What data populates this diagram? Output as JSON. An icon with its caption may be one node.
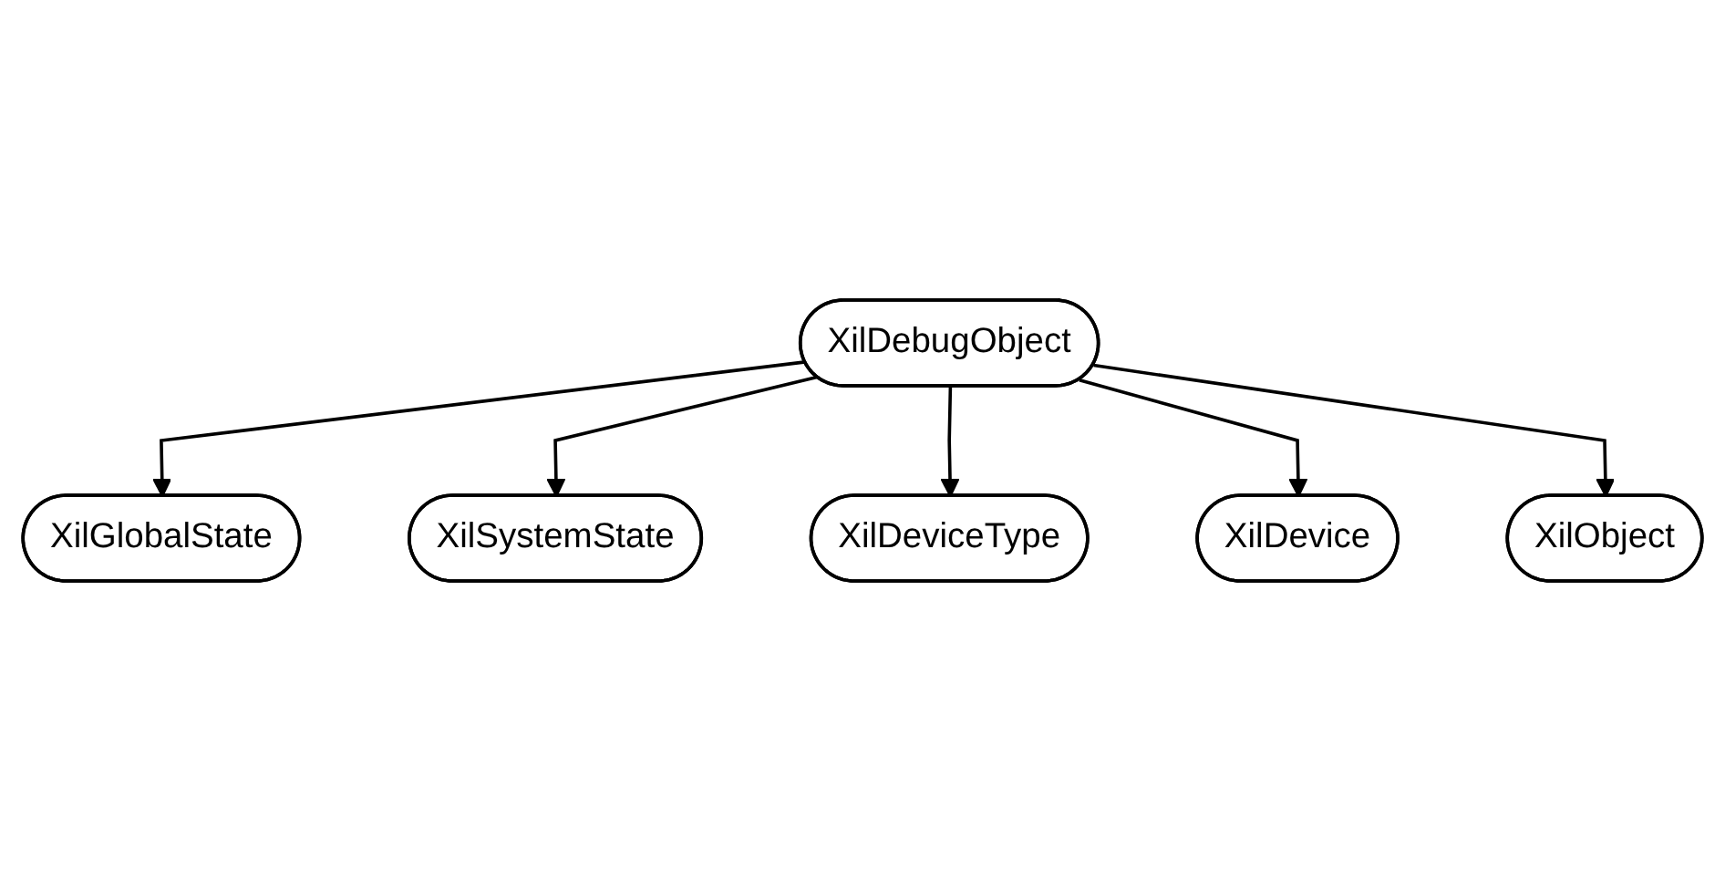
{
  "diagram": {
    "nodes": [
      {
        "text": [
          "XilDebugObject"
        ]
      },
      {
        "text": [
          "XilGlobalState"
        ]
      },
      {
        "text": [
          "XilSystemState"
        ]
      },
      {
        "text": [
          "XilDeviceType"
        ]
      },
      {
        "text": [
          "XilDevice"
        ]
      },
      {
        "text": [
          "XilObject"
        ]
      }
    ],
    "edges": [
      {
        "from": 0,
        "to": 1,
        "arrow": "to"
      },
      {
        "from": 0,
        "to": 2,
        "arrow": "to"
      },
      {
        "from": 0,
        "to": 3,
        "arrow": "to"
      },
      {
        "from": 0,
        "to": 4,
        "arrow": "to"
      },
      {
        "from": 0,
        "to": 5,
        "arrow": "to"
      }
    ]
  }
}
